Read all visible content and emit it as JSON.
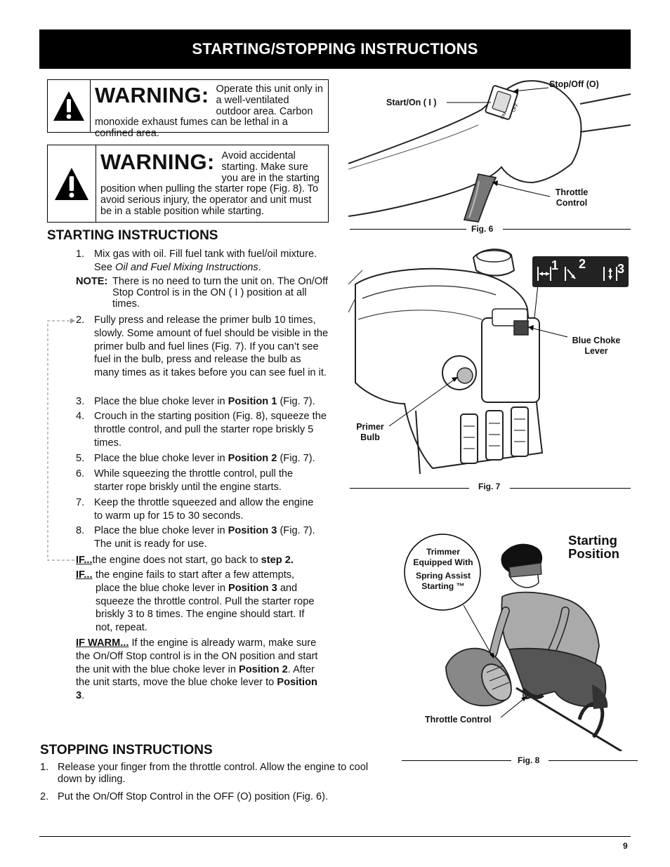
{
  "header": {
    "title": "STARTING/STOPPING INSTRUCTIONS"
  },
  "warning1": {
    "word": "WARNING:",
    "text": "Operate this unit only in a well-ventilated outdoor area. Carbon monoxide exhaust fumes can be lethal in a confined area."
  },
  "warning2": {
    "word": "WARNING:",
    "text": "Avoid accidental starting. Make sure you are in the starting position when pulling the starter rope (Fig. 8). To avoid serious injury, the operator and unit must be in a stable position while starting."
  },
  "starting": {
    "heading": "STARTING INSTRUCTIONS",
    "step1_num": "1.",
    "step1_a": "Mix gas with oil. Fill fuel tank with fuel/oil mixture. See ",
    "step1_ref": "Oil and Fuel Mixing Instructions",
    "step1_b": ".",
    "note_label": "NOTE:",
    "note_text": "There is no need to turn the unit on. The On/Off Stop Control is in the ON ( I ) position at all times.",
    "step2_num": "2.",
    "step2": "Fully press and release the primer bulb 10 times, slowly. Some amount of fuel should be visible in the primer bulb and fuel lines (Fig. 7). If you can’t see fuel in the bulb, press and release the bulb as many times as it takes before you can see fuel in it.",
    "step3_num": "3.",
    "step3_a": "Place the blue choke lever in ",
    "step3_b": "Position 1",
    "step3_c": " (Fig. 7).",
    "step4_num": "4.",
    "step4": "Crouch in the starting position (Fig. 8), squeeze the throttle control, and pull the starter rope briskly 5 times.",
    "step5_num": "5.",
    "step5_a": "Place the blue choke lever in ",
    "step5_b": "Position 2",
    "step5_c": " (Fig. 7).",
    "step6_num": "6.",
    "step6": "While squeezing the throttle control, pull the starter rope briskly until the engine starts.",
    "step7_num": "7.",
    "step7": "Keep the throttle squeezed and allow the engine to warm up for 15 to 30 seconds.",
    "step8_num": "8.",
    "step8_a": "Place the blue choke lever in ",
    "step8_b": "Position 3",
    "step8_c": " (Fig. 7). The unit is ready for use.",
    "if1_label": "IF...",
    "if1_a": "the engine does not start, go back to ",
    "if1_b": "step 2.",
    "if2_label": "IF...",
    "if2_a": "the engine fails to start after a few attempts, place the blue choke lever in ",
    "if2_b": "Position 3",
    "if2_c": " and squeeze the throttle control. Pull the starter rope briskly 3 to 8 times. The engine should start. If not, repeat.",
    "warm_label": "IF WARM...",
    "warm_a": " If the engine is already warm, make sure the On/Off Stop control is in the ON position and start the unit with the blue choke lever in ",
    "warm_b": "Position 2",
    "warm_c": ". After the unit starts, move the blue choke lever to ",
    "warm_d": "Position 3",
    "warm_e": "."
  },
  "stopping": {
    "heading": "STOPPING INSTRUCTIONS",
    "step1_num": "1.",
    "step1": "Release your finger from the throttle control. Allow the engine to cool down by idling.",
    "step2_num": "2.",
    "step2": "Put the On/Off Stop Control in the OFF (O) position (Fig. 6)."
  },
  "fig6": {
    "caption": "Fig. 6",
    "start_label": "Start/On ( I )",
    "stop_label": "Stop/Off (O)",
    "throttle_label_1": "Throttle",
    "throttle_label_2": "Control",
    "switch_on": "ON",
    "switch_off": "OFF"
  },
  "fig7": {
    "caption": "Fig. 7",
    "choke_label_1": "Blue Choke",
    "choke_label_2": "Lever",
    "primer_label_1": "Primer",
    "primer_label_2": "Bulb",
    "pos1": "1",
    "pos2": "2",
    "pos3": "3"
  },
  "fig8": {
    "caption": "Fig. 8",
    "title_1": "Starting",
    "title_2": "Position",
    "circle_1": "Trimmer",
    "circle_2": "Equipped With",
    "circle_3": "Spring Assist",
    "circle_4": "Starting ™",
    "throttle_label": "Throttle Control"
  },
  "footer": {
    "page_number": "9"
  }
}
